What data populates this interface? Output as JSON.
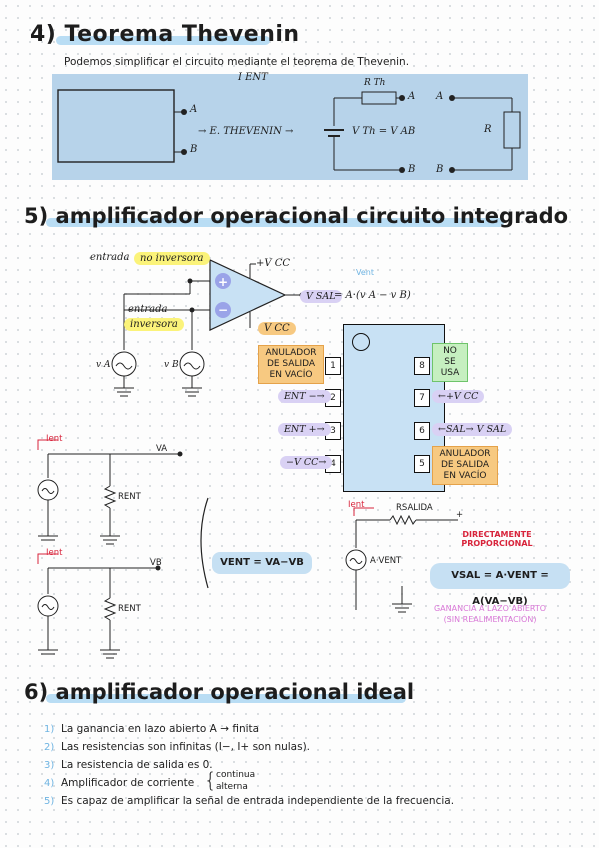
{
  "section4": {
    "title": "4) Teorema Thevenin",
    "subtitle": "Podemos simplificar el circuito mediante el teorema de Thevenin.",
    "diagram": {
      "top_label": "I ENT",
      "label_A1": "A",
      "label_B1": "B",
      "arrow_text": "→ E. THEVENIN →",
      "rth": "R Th",
      "vth": "V Th = V AB",
      "label_A2": "A",
      "label_B2": "B",
      "label_A3": "A",
      "label_B3": "B",
      "r": "R"
    }
  },
  "section5": {
    "title": "5) amplificador operacional circuito integrado",
    "opamp": {
      "entrada1": "entrada",
      "no_inversora": "no inversora",
      "entrada2": "entrada",
      "inversora": "inversora",
      "plus": "+",
      "minus": "−",
      "vcc_pos": "+V CC",
      "vcc_neg": "V CC",
      "vent": "Vent",
      "vsal": "V SAL",
      "formula": "= A·(v A − v B)",
      "va": "v A",
      "vb": "v B"
    },
    "ic": {
      "pins_left": [
        {
          "num": "1",
          "label": "ANULADOR DE SALIDA EN VACÍO"
        },
        {
          "num": "2",
          "label": "ENT −→"
        },
        {
          "num": "3",
          "label": "ENT +→"
        },
        {
          "num": "4",
          "label": "−V CC→"
        }
      ],
      "pins_right": [
        {
          "num": "8",
          "label": "NO SE USA"
        },
        {
          "num": "7",
          "label": "←+V CC"
        },
        {
          "num": "6",
          "label": "←SAL→ V SAL"
        },
        {
          "num": "5",
          "label": "ANULADOR DE SALIDA EN VACÍO"
        }
      ]
    },
    "circuits": {
      "ient1": "Ient",
      "va": "VA",
      "rent1": "RENT",
      "ient2": "Ient",
      "vb": "VB",
      "rent2": "RENT",
      "vent_eq": "VENT = VA−VB",
      "ient3": "Ient",
      "rsalida": "RSALIDA",
      "plus": "+",
      "a_vent": "A·VENT",
      "directamente": "DIRECTAMENTE PROPORCIONAL",
      "vsal_eq": "VSAL = A·VENT = A(VA−VB)",
      "ganancia": "GANANCIA A LAZO ABIERTO",
      "sin_real": "(SIN REALIMENTACIÓN)"
    }
  },
  "section6": {
    "title": "6) amplificador operacional ideal",
    "items": [
      {
        "n": "1)",
        "text": "La ganancia en lazo abierto A → finita"
      },
      {
        "n": "2)",
        "text": "Las resistencias son infinitas (I−, I+ son nulas)."
      },
      {
        "n": "3)",
        "text": "La resistencia de salida es 0."
      },
      {
        "n": "4)",
        "text": "Amplificador de corriente"
      },
      {
        "n": "5)",
        "text": "Es capaz de amplificar la señal de entrada independiente de la frecuencia."
      }
    ],
    "brace_options": [
      "continua",
      "alterna"
    ]
  },
  "colors": {
    "highlight_blue": "#b9ddf4",
    "box_blue": "#b7d3ea",
    "yellow": "#fbf37a",
    "orange": "#f7c981",
    "green": "#c6efc0",
    "lavender": "#d9d1f4",
    "red": "#d8243b",
    "pink": "#d978d7"
  }
}
